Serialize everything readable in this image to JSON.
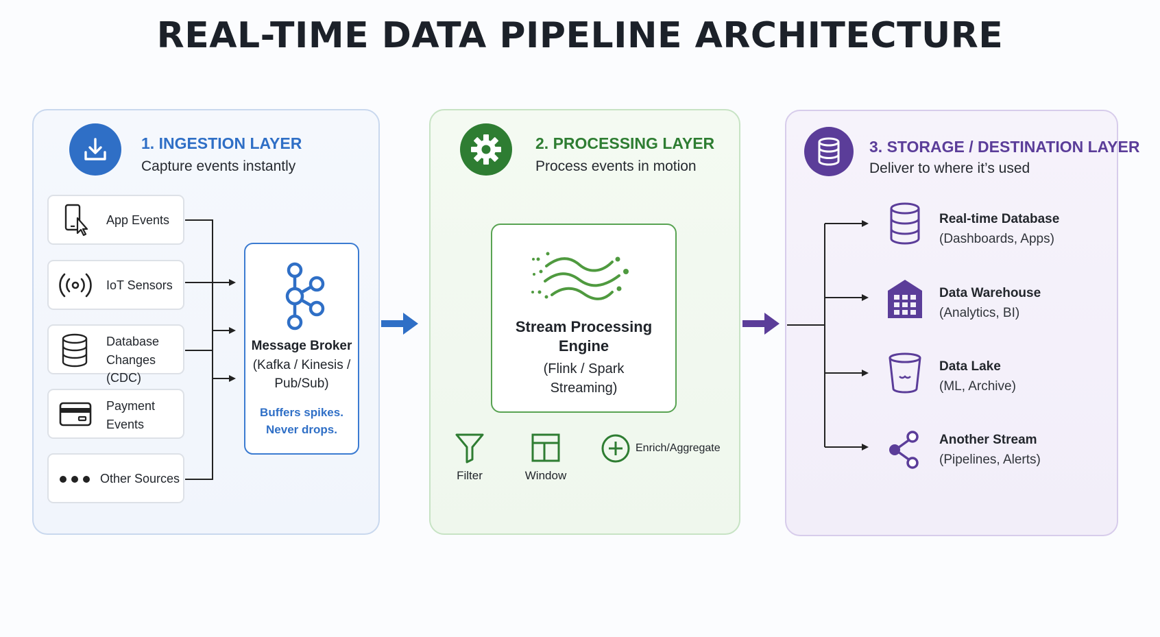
{
  "title": "REAL-TIME DATA PIPELINE ARCHITECTURE",
  "colors": {
    "blue": "#2f6fc6",
    "green": "#2e7d32",
    "purple": "#5b3d99"
  },
  "ingestion": {
    "title": "1. INGESTION LAYER",
    "subtitle": "Capture events instantly",
    "icon": "download-icon",
    "sources": [
      {
        "line1": "App Events",
        "line2": "",
        "icon": "smartphone-tap-icon"
      },
      {
        "line1": "IoT Sensors",
        "line2": "",
        "icon": "broadcast-sensor-icon"
      },
      {
        "line1": "Database",
        "line2": "Changes (CDC)",
        "icon": "database-icon"
      },
      {
        "line1": "Payment",
        "line2": "Events",
        "icon": "credit-card-icon"
      },
      {
        "line1": "Other Sources",
        "line2": "",
        "icon": "more-dots-icon"
      }
    ],
    "broker": {
      "title": "Message Broker",
      "line1": "(Kafka / Kinesis /",
      "line2": "Pub/Sub)",
      "note1": "Buffers spikes.",
      "note2": "Never drops.",
      "icon": "kafka-nodes-icon"
    }
  },
  "processing": {
    "title": "2. PROCESSING LAYER",
    "subtitle": "Process events in motion",
    "icon": "gear-icon",
    "engine": {
      "title1": "Stream Processing",
      "title2": "Engine",
      "line1": "(Flink / Spark",
      "line2": "Streaming)",
      "icon": "stream-waves-icon"
    },
    "ops": [
      {
        "label": "Filter",
        "icon": "filter-icon"
      },
      {
        "label": "Window",
        "icon": "window-grid-icon"
      },
      {
        "label": "Enrich/Aggregate",
        "icon": "plus-circle-icon"
      }
    ]
  },
  "storage": {
    "title": "3. STORAGE / DESTINATION LAYER",
    "subtitle": "Deliver to where it’s used",
    "icon": "database-icon",
    "destinations": [
      {
        "title": "Real-time Database",
        "sub": "(Dashboards, Apps)",
        "icon": "database-icon"
      },
      {
        "title": "Data Warehouse",
        "sub": "(Analytics, BI)",
        "icon": "warehouse-icon"
      },
      {
        "title": "Data Lake",
        "sub": "(ML, Archive)",
        "icon": "bucket-icon"
      },
      {
        "title": "Another Stream",
        "sub": "(Pipelines, Alerts)",
        "icon": "share-icon"
      }
    ]
  }
}
